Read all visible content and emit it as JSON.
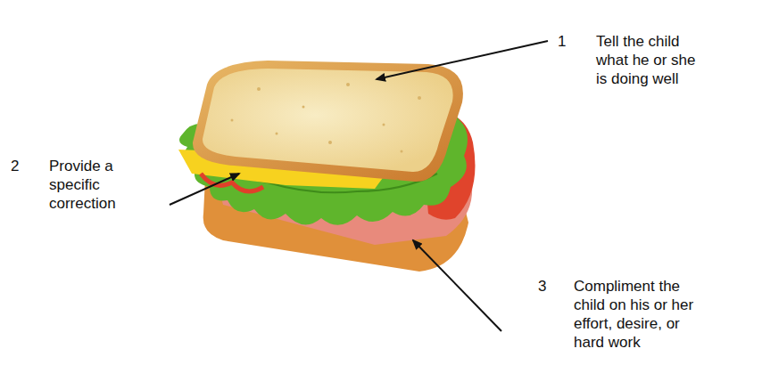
{
  "diagram": {
    "labels": [
      "1",
      "Tell the child what he or she is doing well",
      "2",
      "Provide a specific correction",
      "3",
      "Compliment the child on his or her effort, desire, or hard work"
    ]
  }
}
